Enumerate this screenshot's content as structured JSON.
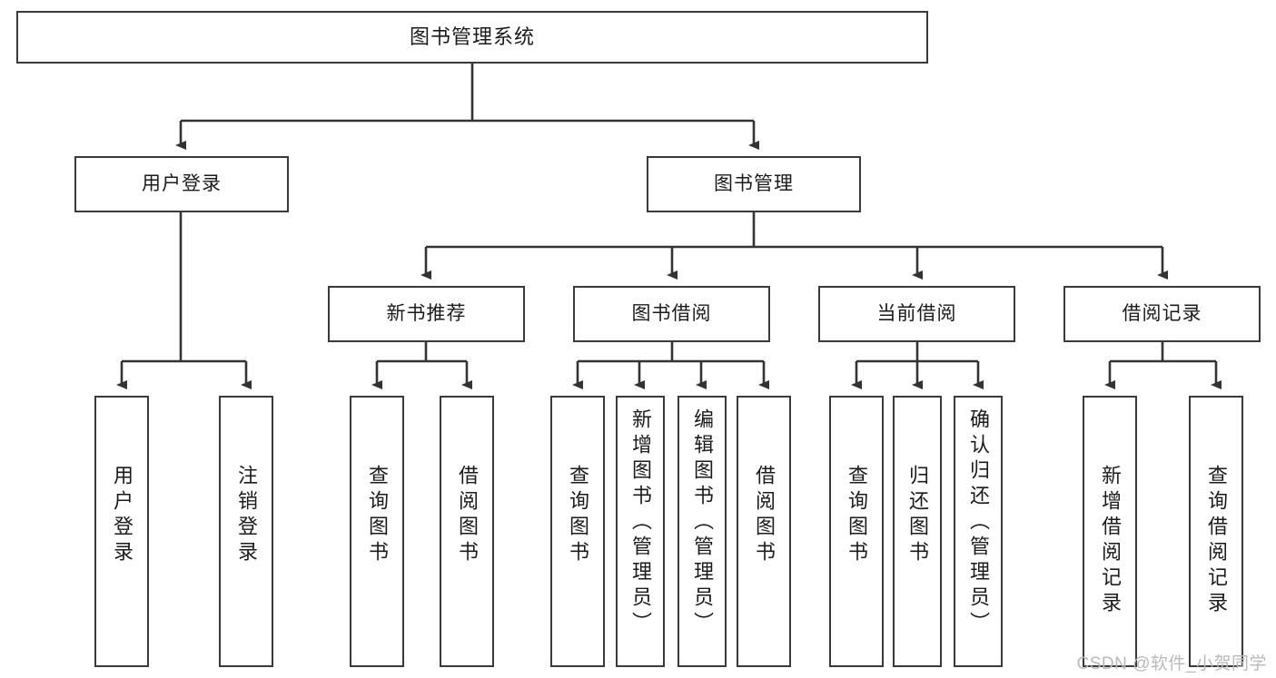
{
  "diagram": {
    "type": "tree",
    "title": "图书管理系统",
    "orientation": "top-down",
    "colors": {
      "box_border": "#3a3a3a",
      "box_fill": "#ffffff",
      "connector": "#333333",
      "text": "#1b1b1b",
      "watermark": "#b9b9b9"
    },
    "root": {
      "label": "图书管理系统"
    },
    "level2": [
      {
        "label": "用户登录"
      },
      {
        "label": "图书管理"
      }
    ],
    "level3": [
      {
        "label": "新书推荐"
      },
      {
        "label": "图书借阅"
      },
      {
        "label": "当前借阅"
      },
      {
        "label": "借阅记录"
      }
    ],
    "leaves": {
      "user_login": [
        {
          "label": "用户登录"
        },
        {
          "label": "注销登录"
        }
      ],
      "new_book_recommend": [
        {
          "label": "查询图书"
        },
        {
          "label": "借阅图书"
        }
      ],
      "book_borrow": [
        {
          "label": "查询图书"
        },
        {
          "label": "新增图书（管理员）"
        },
        {
          "label": "编辑图书（管理员）"
        },
        {
          "label": "借阅图书"
        }
      ],
      "current_borrow": [
        {
          "label": "查询图书"
        },
        {
          "label": "归还图书"
        },
        {
          "label": "确认归还（管理员）"
        }
      ],
      "borrow_record": [
        {
          "label": "新增借阅记录"
        },
        {
          "label": "查询借阅记录"
        }
      ]
    }
  },
  "watermark": {
    "text": "CSDN @软件_小贺同学"
  }
}
